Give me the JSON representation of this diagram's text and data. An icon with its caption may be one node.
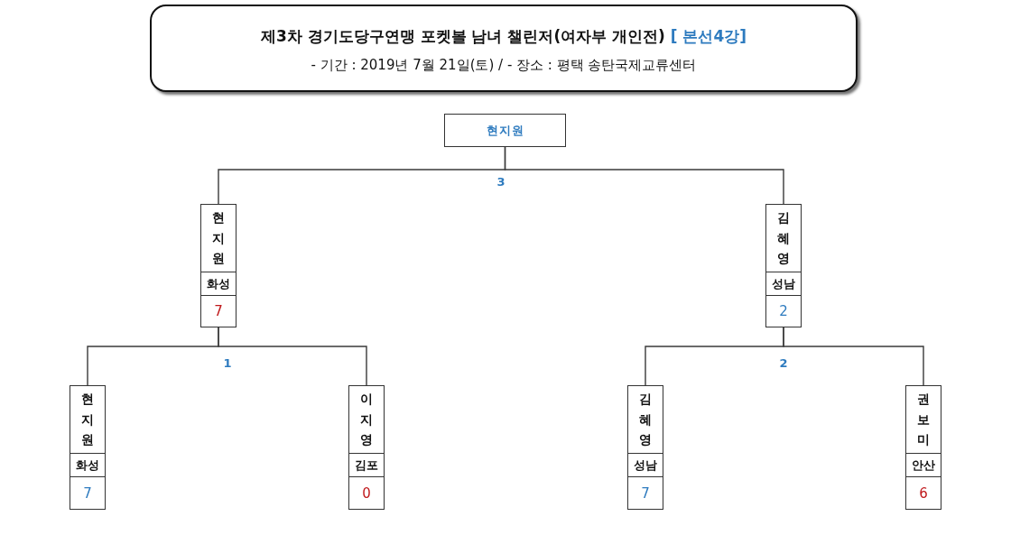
{
  "diagram": {
    "nodes": [
      {
        "text": [
          "제3차 경기도당구연맹 포켓볼 남녀 챌린저(여자부 개인전)",
          "[ 본선4강]",
          "- 기간 : 2019년 7월 21일(토) / - 장소 : 평택 송탄국제교류센터"
        ]
      },
      {
        "text": [
          "현지원"
        ]
      },
      {
        "text": [
          "현지원",
          "화성",
          "7"
        ]
      },
      {
        "text": [
          "김혜영",
          "성남",
          "2"
        ]
      },
      {
        "text": [
          "현지원",
          "화성",
          "7"
        ]
      },
      {
        "text": [
          "이지영",
          "김포",
          "0"
        ]
      },
      {
        "text": [
          "김혜영",
          "성남",
          "7"
        ]
      },
      {
        "text": [
          "권보미",
          "안산",
          "6"
        ]
      }
    ],
    "edges": [
      {
        "from": 2,
        "to": 1,
        "arrow": "none"
      },
      {
        "from": 3,
        "to": 1,
        "arrow": "none"
      },
      {
        "from": 4,
        "to": 2,
        "arrow": "none"
      },
      {
        "from": 5,
        "to": 2,
        "arrow": "none"
      },
      {
        "from": 6,
        "to": 3,
        "arrow": "none"
      },
      {
        "from": 7,
        "to": 3,
        "arrow": "none"
      }
    ],
    "labels": [
      "3",
      "1",
      "2"
    ]
  }
}
